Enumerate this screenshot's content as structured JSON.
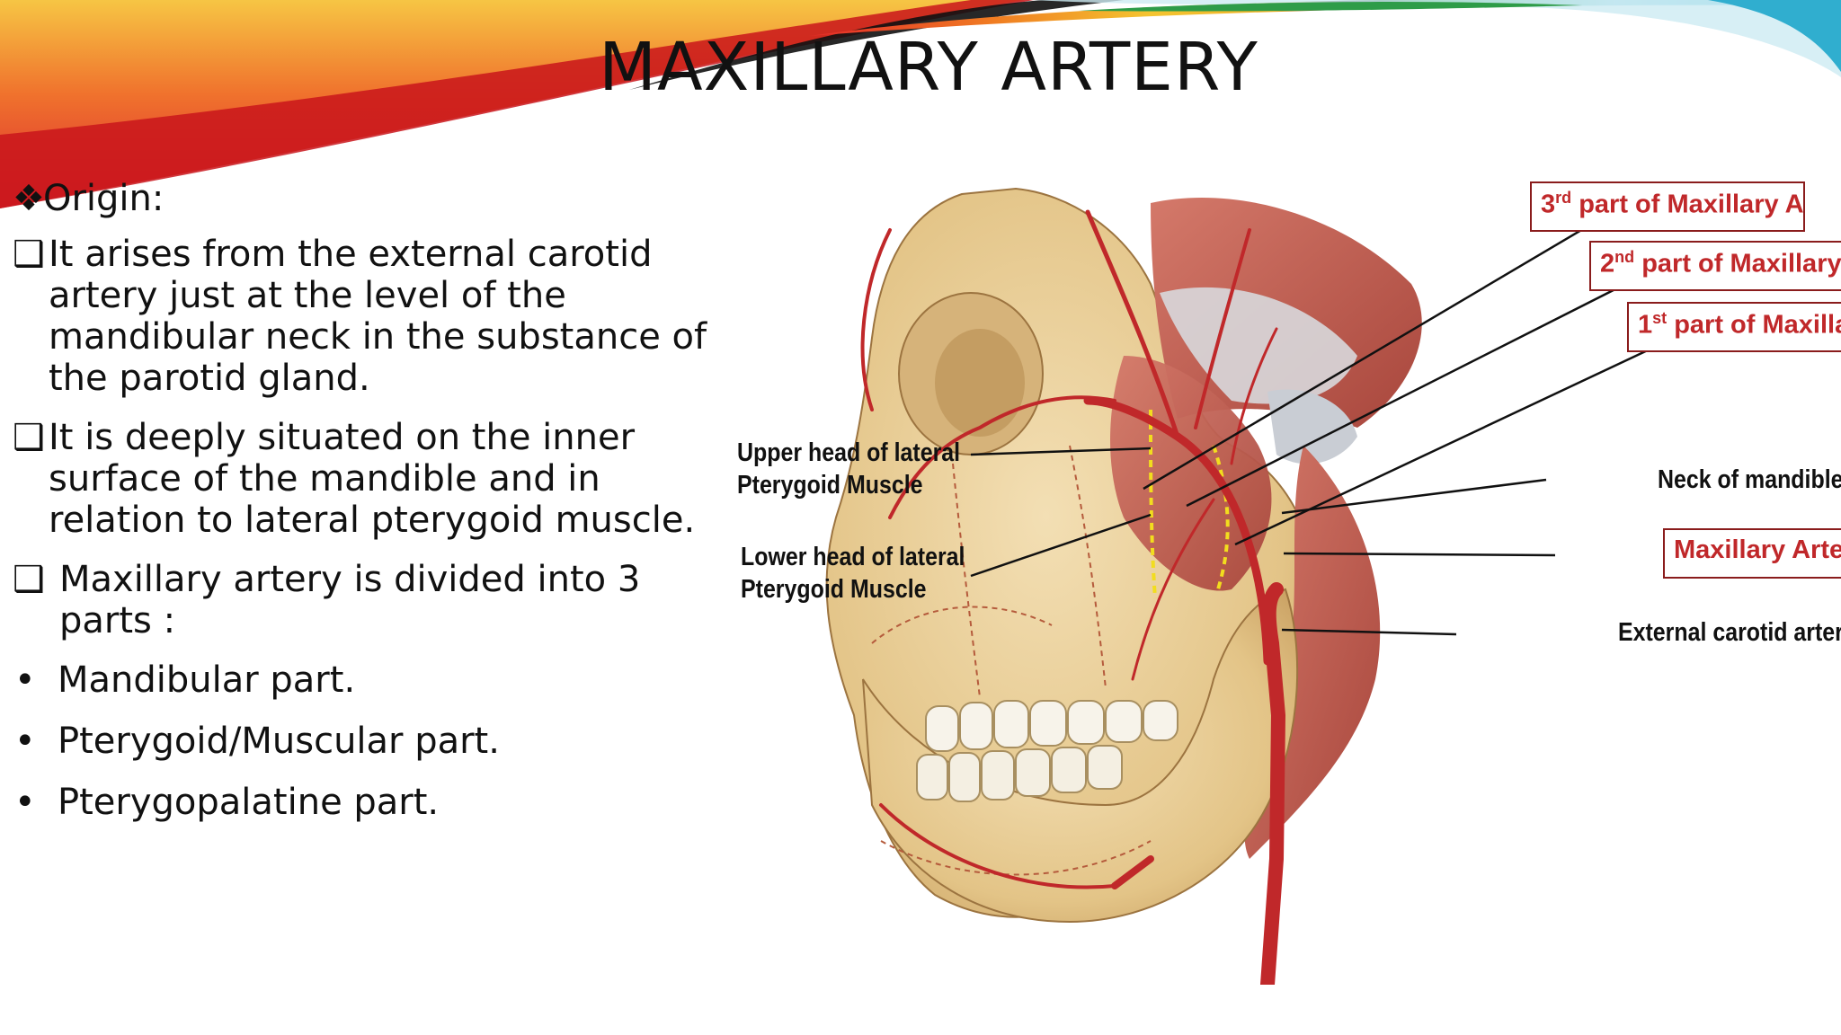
{
  "slide": {
    "title": "MAXILLARY ARTERY"
  },
  "content": {
    "origin": {
      "marker": "❖",
      "text": "Origin:"
    },
    "paragraphs": [
      {
        "marker": "❑",
        "text": "It arises from the external carotid artery just at the level of the mandibular neck in the substance of the parotid gland."
      },
      {
        "marker": "❑",
        "text": "It is deeply situated on the inner surface of the mandible and in relation to lateral pterygoid muscle."
      },
      {
        "marker": "❑",
        "text": "Maxillary artery is divided into 3 parts :"
      }
    ],
    "parts": [
      {
        "marker": "•",
        "text": "Mandibular part."
      },
      {
        "marker": "•",
        "text": "Pterygoid/Muscular part."
      },
      {
        "marker": "•",
        "text": "Pterygopalatine part."
      }
    ]
  },
  "figure": {
    "labels": {
      "third_part": {
        "ordinal": "3",
        "suffix": "rd",
        "text": "part of Maxillary A"
      },
      "second_part": {
        "ordinal": "2",
        "suffix": "nd",
        "text": "part of Maxillary A"
      },
      "first_part": {
        "ordinal": "1",
        "suffix": "st",
        "text": "part of Maxillary"
      },
      "upper_head_line1": "Upper head of lateral",
      "upper_head_line2": "Pterygoid Muscle",
      "lower_head_line1": "Lower head of lateral",
      "lower_head_line2": "Pterygoid Muscle",
      "neck_of_mandible": "Neck of mandible",
      "maxillary_artery": "Maxillary Artery",
      "external_carotid": "External carotid artery"
    }
  },
  "colors": {
    "artery_red": "#c0282a",
    "bone": "#e8cf9c",
    "muscle": "#c96a5c"
  }
}
